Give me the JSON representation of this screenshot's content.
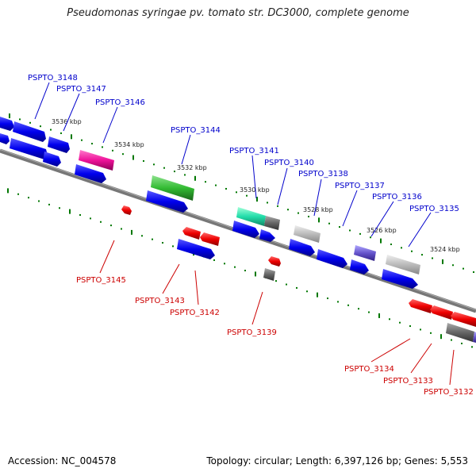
{
  "title": "Pseudomonas syringae pv. tomato str. DC3000, complete genome",
  "footer": {
    "accession": "Accession: NC_004578",
    "topology": "Topology: circular; Length: 6,397,126 bp; Genes: 5,553"
  },
  "colors": {
    "forward_gene": "#0000ee",
    "reverse_gene": "#ee0000",
    "backbone": "#777777",
    "tick": "#007700",
    "label_top": "#0000cc",
    "label_bottom": "#cc0000"
  },
  "scale_labels": [
    "3536 kbp",
    "3534 kbp",
    "3532 kbp",
    "3530 kbp",
    "3528 kbp",
    "3526 kbp",
    "3524 kbp"
  ],
  "gene_labels_top": [
    "PSPTO_3148",
    "PSPTO_3147",
    "PSPTO_3146",
    "PSPTO_3144",
    "PSPTO_3141",
    "PSPTO_3140",
    "PSPTO_3138",
    "PSPTO_3137",
    "PSPTO_3136",
    "PSPTO_3135"
  ],
  "gene_labels_bottom": [
    "PSPTO_3145",
    "PSPTO_3143",
    "PSPTO_3142",
    "PSPTO_3139",
    "PSPTO_3134",
    "PSPTO_3133",
    "PSPTO_3132"
  ]
}
